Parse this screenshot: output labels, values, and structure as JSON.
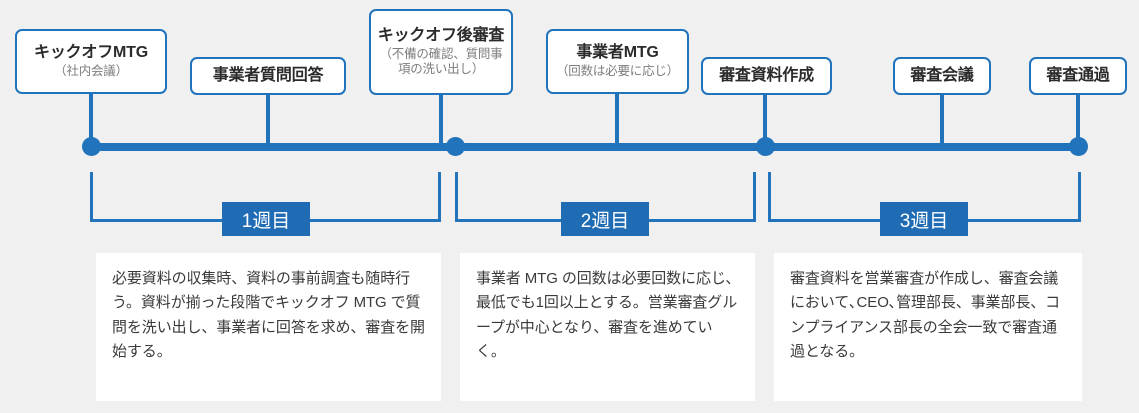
{
  "theme": {
    "accent": "#2173bb",
    "chip_fill": "#1f6cb5",
    "background": "#f0f0f0",
    "panel_background": "#ffffff",
    "title_color": "#2b2b2b",
    "subtitle_color": "#7d7d7d",
    "body_color": "#3a3a3a"
  },
  "nodes": [
    {
      "title": "キックオフMTG",
      "sub": "（社内会議）"
    },
    {
      "title": "事業者質問回答",
      "sub": ""
    },
    {
      "title": "キックオフ後審査",
      "sub": "（不備の確認、質問事項の洗い出し）"
    },
    {
      "title": "事業者MTG",
      "sub": "（回数は必要に応じ）"
    },
    {
      "title": "審査資料作成",
      "sub": ""
    },
    {
      "title": "審査会議",
      "sub": ""
    },
    {
      "title": "審査通過",
      "sub": ""
    }
  ],
  "weeks": [
    {
      "label": "1週目"
    },
    {
      "label": "2週目"
    },
    {
      "label": "3週目"
    }
  ],
  "descriptions": [
    {
      "text": "必要資料の収集時、資料の事前調査も随時行う。資料が揃った段階でキックオフ MTG で質問を洗い出し、事業者に回答を求め、審査を開始する。"
    },
    {
      "text": "事業者 MTG の回数は必要回数に応じ､最低でも1回以上とする。営業審査グループが中心となり、審査を進めていく。"
    },
    {
      "text": "審査資料を営業審査が作成し、審査会議において､CEO､管理部長、事業部長、コンプライアンス部長の全会一致で審査通過となる。"
    }
  ]
}
